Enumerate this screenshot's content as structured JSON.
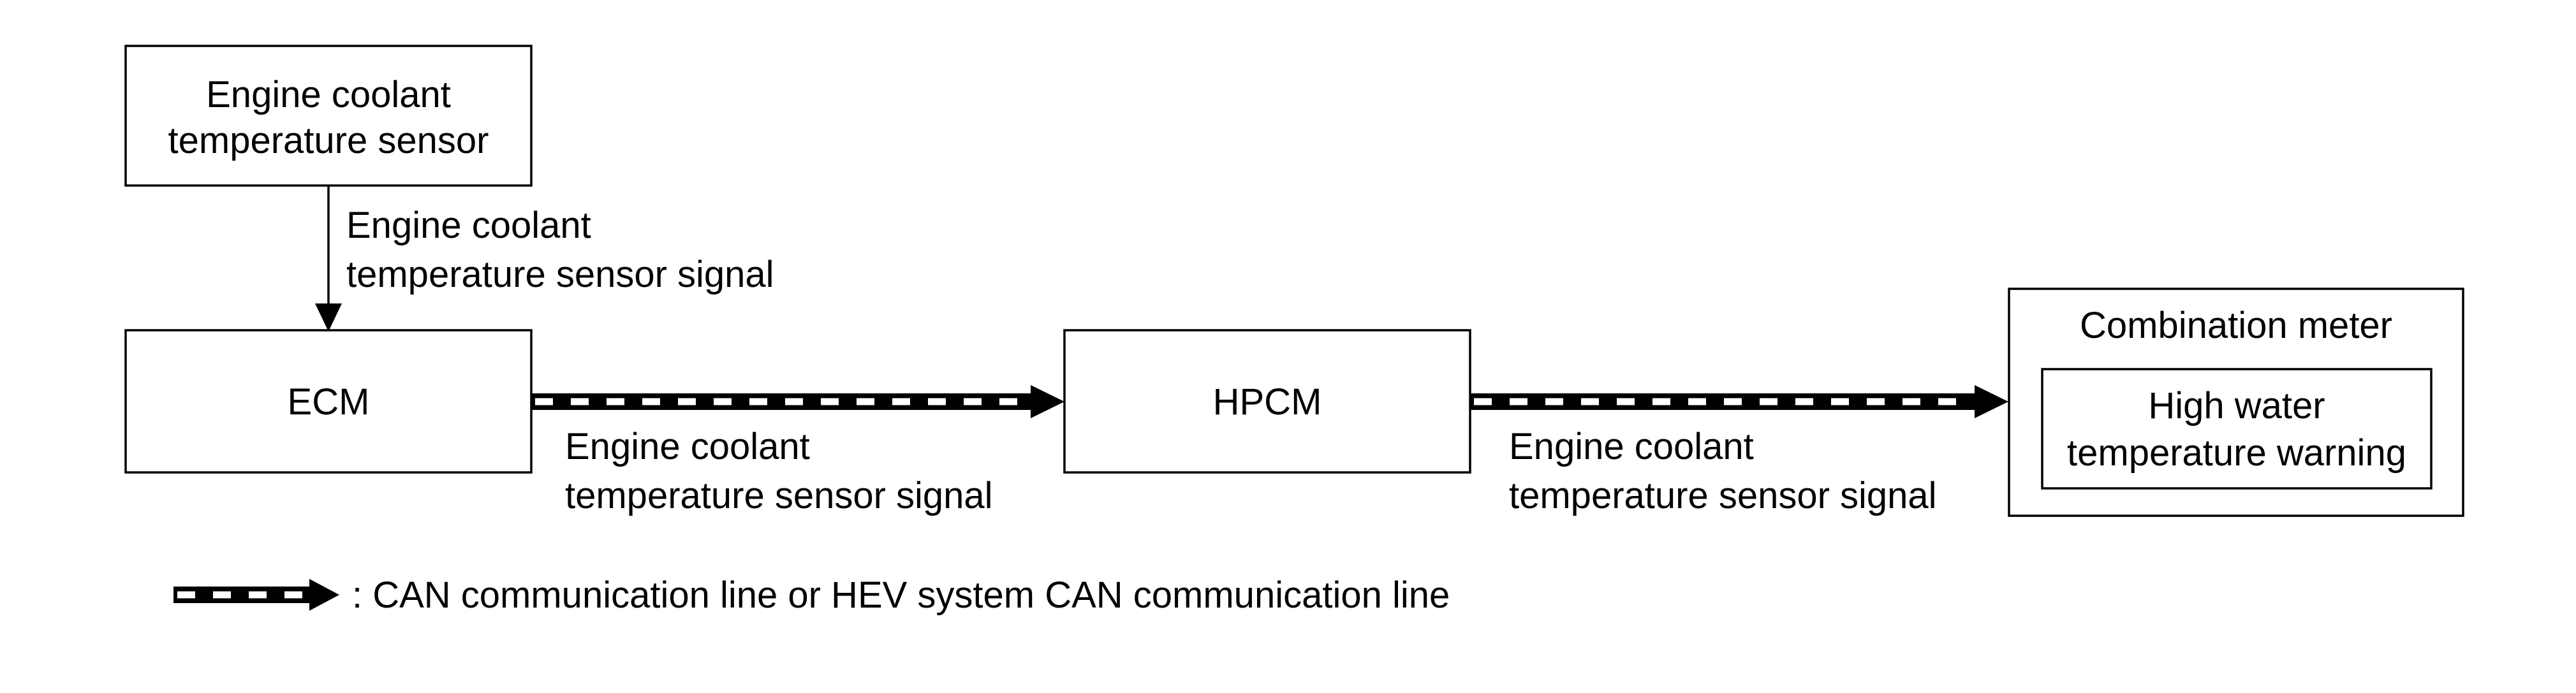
{
  "diagram": {
    "nodes": {
      "sensor": {
        "lines": [
          "Engine coolant",
          "temperature sensor"
        ]
      },
      "ecm": {
        "lines": [
          "ECM"
        ]
      },
      "hpcm": {
        "lines": [
          "HPCM"
        ]
      },
      "meter": {
        "title": "Combination meter",
        "inner_lines": [
          "High water",
          "temperature warning"
        ]
      }
    },
    "edges": {
      "sensor_to_ecm": {
        "kind": "wire",
        "label_lines": [
          "Engine coolant",
          "temperature sensor signal"
        ]
      },
      "ecm_to_hpcm": {
        "kind": "can",
        "label_lines": [
          "Engine coolant",
          "temperature sensor signal"
        ]
      },
      "hpcm_to_meter": {
        "kind": "can",
        "label_lines": [
          "Engine coolant",
          "temperature sensor signal"
        ]
      }
    },
    "legend": {
      "text": ": CAN communication line or HEV system CAN communication line"
    }
  },
  "colors": {
    "line": "#000000",
    "background": "#ffffff"
  }
}
